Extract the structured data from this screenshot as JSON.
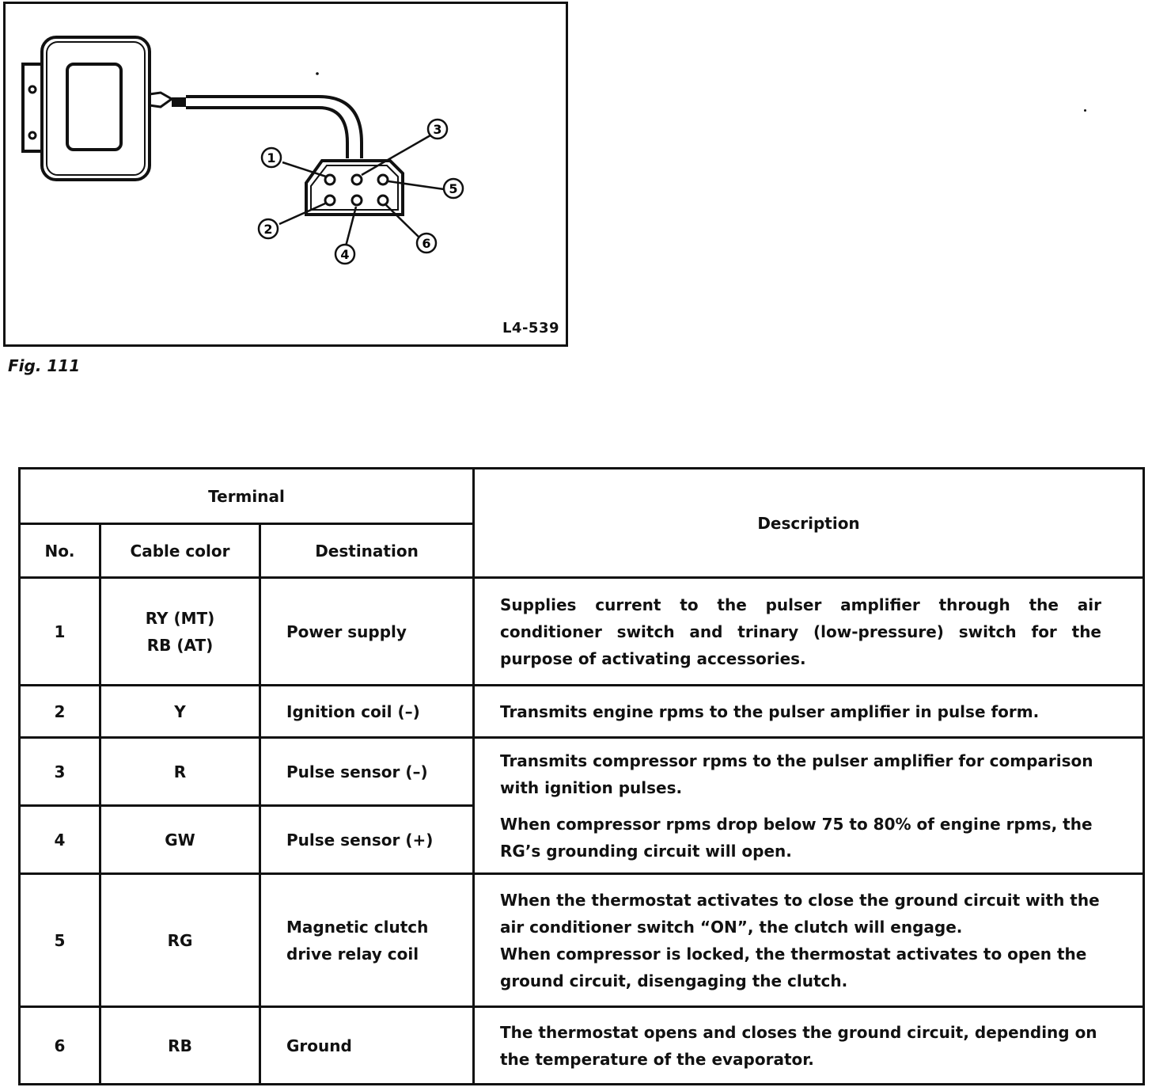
{
  "figure": {
    "code": "L4-539",
    "caption": "Fig. 111",
    "pin_callouts": [
      "1",
      "2",
      "3",
      "4",
      "5",
      "6"
    ]
  },
  "table": {
    "header": {
      "terminal": "Terminal",
      "no": "No.",
      "cable_color": "Cable color",
      "destination": "Destination",
      "description": "Description"
    },
    "rows": [
      {
        "no": "1",
        "cable_color_lines": [
          "RY (MT)",
          "RB (AT)"
        ],
        "destination_lines": [
          "Power supply"
        ],
        "description_paragraphs": [
          "Supplies current to the pulser amplifier through the air conditioner switch and trinary (low-pressure) switch for the purpose of activating accessories."
        ]
      },
      {
        "no": "2",
        "cable_color_lines": [
          "Y"
        ],
        "destination_lines": [
          "Ignition coil (–)"
        ],
        "description_paragraphs": [
          "Transmits engine rpms to the pulser amplifier in pulse form."
        ]
      },
      {
        "no": "3",
        "cable_color_lines": [
          "R"
        ],
        "destination_lines": [
          "Pulse sensor (–)"
        ],
        "description_paragraphs": [
          "Transmits compressor rpms to the pulser amplifier for comparison with ignition pulses.",
          "When compressor rpms drop below 75 to 80% of engine rpms, the RG’s grounding circuit will open."
        ]
      },
      {
        "no": "4",
        "cable_color_lines": [
          "GW"
        ],
        "destination_lines": [
          "Pulse sensor (+)"
        ],
        "description_paragraphs": []
      },
      {
        "no": "5",
        "cable_color_lines": [
          "RG"
        ],
        "destination_lines": [
          "Magnetic clutch",
          "drive relay coil"
        ],
        "description_paragraphs": [
          "When the thermostat activates to close the ground circuit with the air conditioner switch “ON”, the clutch will engage.",
          "When compressor is locked, the thermostat activates to open the ground circuit, disengaging the clutch."
        ]
      },
      {
        "no": "6",
        "cable_color_lines": [
          "RB"
        ],
        "destination_lines": [
          "Ground"
        ],
        "description_paragraphs": [
          "The thermostat opens and closes the ground circuit, depending on the temperature of the evaporator."
        ]
      }
    ]
  }
}
